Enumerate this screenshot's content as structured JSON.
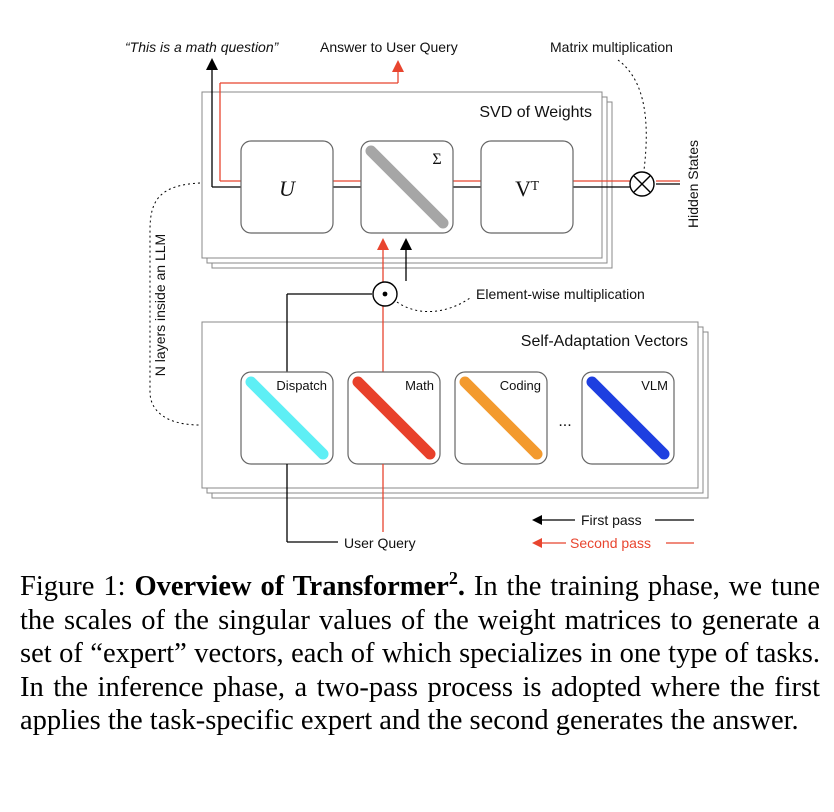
{
  "top_labels": {
    "math_question": "“This is a math question”",
    "answer": "Answer to User Query",
    "matmul": "Matrix multiplication"
  },
  "svd_panel": {
    "title": "SVD of Weights",
    "u": "U",
    "sigma": "Σ",
    "vt": "Vᵀ"
  },
  "hidden_states": "Hidden States",
  "n_layers": "N layers inside an LLM",
  "elementwise": "Element-wise multiplication",
  "vectors_panel": {
    "title": "Self-Adaptation Vectors",
    "experts": [
      {
        "label": "Dispatch",
        "color": "#5EEFF5"
      },
      {
        "label": "Math",
        "color": "#E8402A"
      },
      {
        "label": "Coding",
        "color": "#F39A2E"
      },
      {
        "label": "VLM",
        "color": "#1E3FE0"
      }
    ],
    "ellipsis": "..."
  },
  "user_query": "User Query",
  "legend": {
    "first": "First pass",
    "second": "Second pass",
    "first_color": "#000000",
    "second_color": "#E8452F"
  },
  "caption": {
    "prefix": "Figure 1:",
    "title": "Overview of Transformer",
    "title_sup": "2",
    "title_end": ".",
    "body": "In the training phase, we tune the scales of the singular values of the weight matrices to generate a set of “expert” vectors, each of which specializes in one type of tasks. In the inference phase, a two-pass process is adopted where the first applies the task-specific expert and the second generates the answer."
  }
}
